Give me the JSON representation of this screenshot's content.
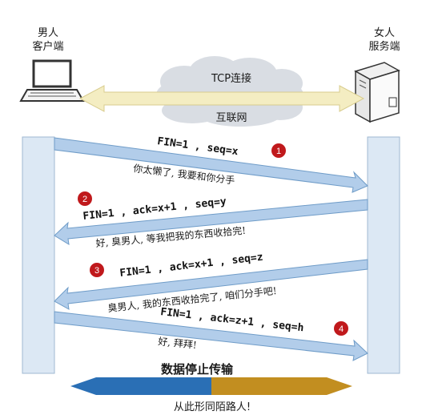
{
  "client": {
    "line1": "男人",
    "line2": "客户端"
  },
  "server": {
    "line1": "女人",
    "line2": "服务端"
  },
  "network": {
    "top_label": "TCP连接",
    "bottom_label": "互联网"
  },
  "messages": [
    {
      "step": "1",
      "packet": "FIN=1 , seq=x",
      "speech": "你太懒了, 我要和你分手"
    },
    {
      "step": "2",
      "packet": "FIN=1 , ack=x+1 , seq=y",
      "speech": "好, 臭男人, 等我把我的东西收拾完!"
    },
    {
      "step": "3",
      "packet": "FIN=1 , ack=x+1 , seq=z",
      "speech": "臭男人, 我的东西收拾完了, 咱们分手吧!"
    },
    {
      "step": "4",
      "packet": "FIN=1 , ack=z+1 , seq=h",
      "speech": "好, 拜拜!"
    }
  ],
  "footer": {
    "stop_label": "数据停止传输",
    "caption": "从此形同陌路人!"
  },
  "colors": {
    "lifeline_fill": "#dce8f4",
    "lifeline_stroke": "#9fb8d2",
    "arrow_fill": "#b2cdea",
    "arrow_stroke": "#6f9cc8",
    "badge": "#c0191c",
    "cloud": "#d9dde3",
    "double_arrow": "#f4edc2",
    "bottom_left": "#2a6fb5",
    "bottom_right": "#c28e20"
  }
}
